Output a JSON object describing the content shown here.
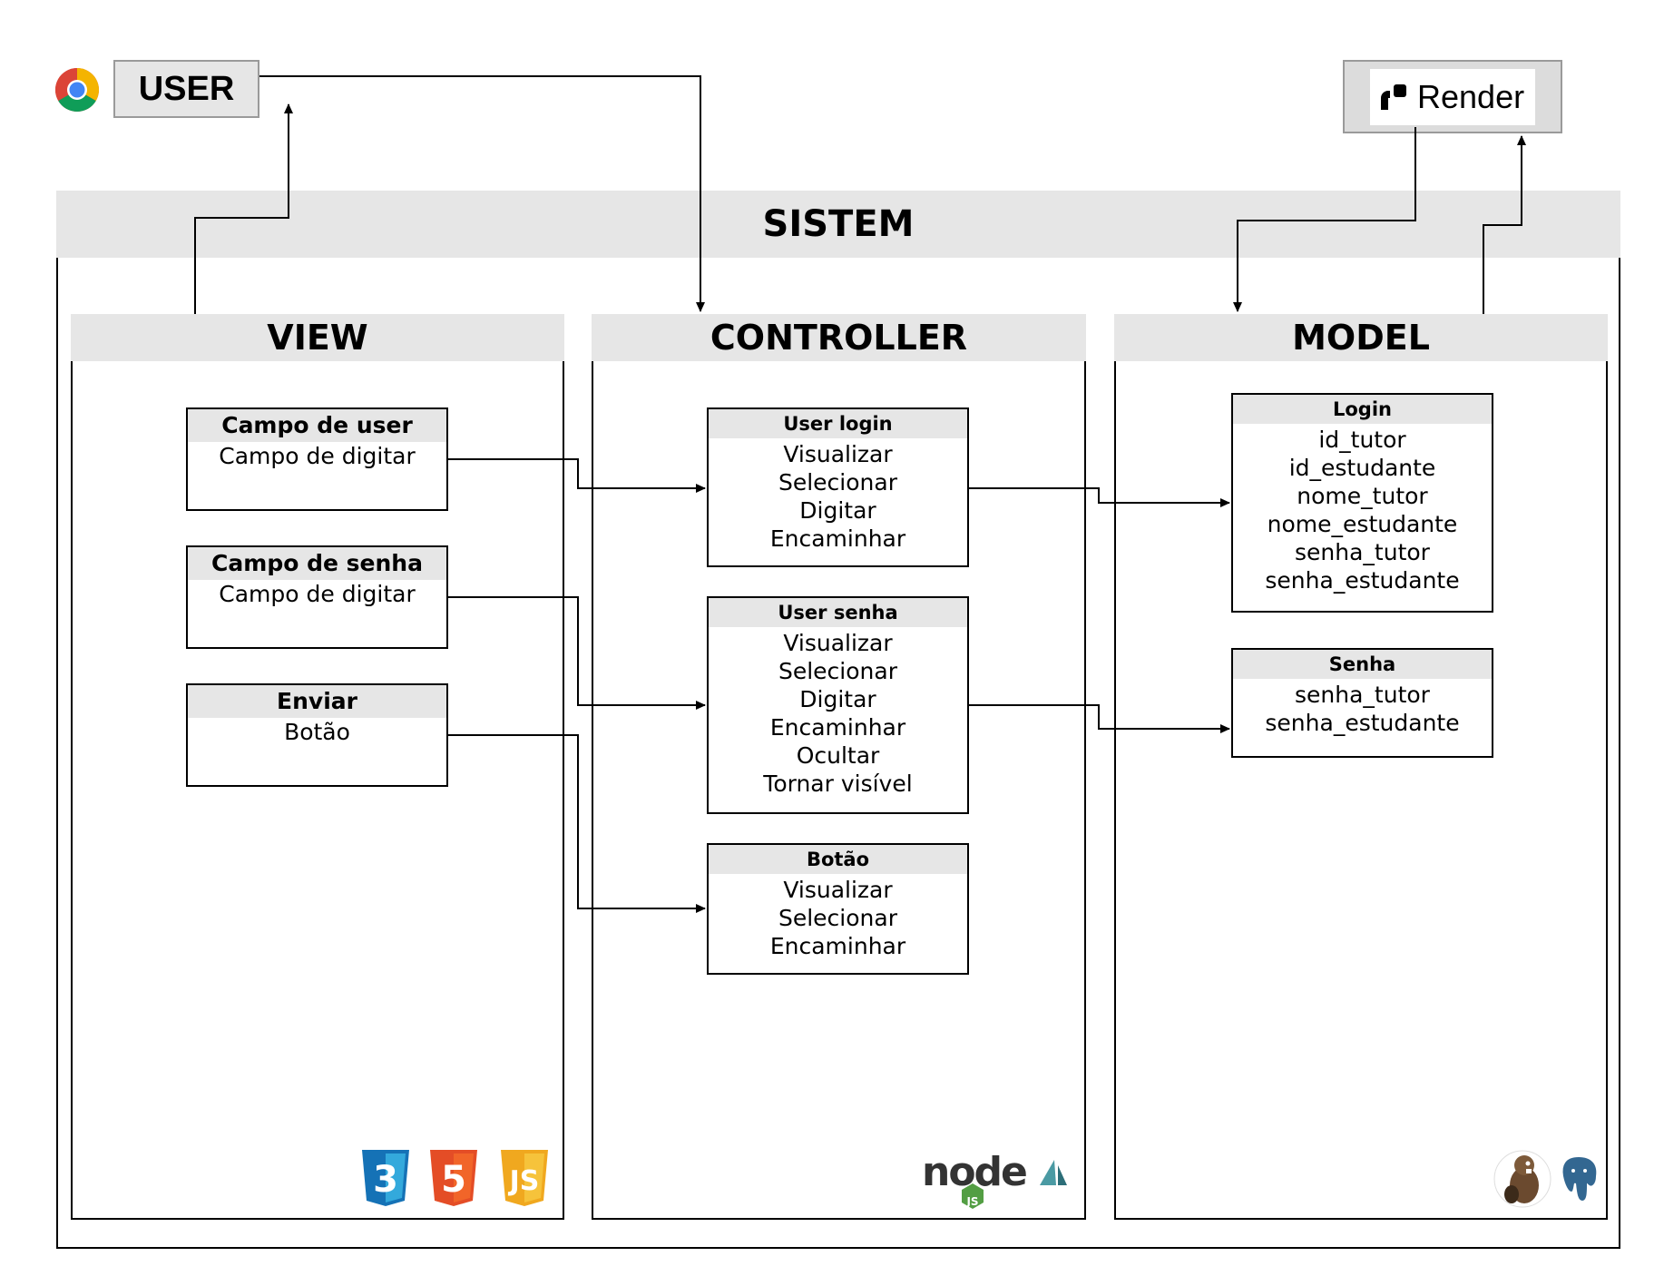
{
  "user": {
    "label": "USER"
  },
  "render": {
    "label": "Render"
  },
  "system": {
    "title": "SISTEM"
  },
  "view": {
    "title": "VIEW",
    "boxes": [
      {
        "title": "Campo de user",
        "lines": [
          "Campo de digitar"
        ]
      },
      {
        "title": "Campo de senha",
        "lines": [
          "Campo de digitar"
        ]
      },
      {
        "title": "Enviar",
        "lines": [
          "Botão"
        ]
      }
    ],
    "logos": [
      {
        "text": "3",
        "color": "#1572B6",
        "icon": "css3-icon"
      },
      {
        "text": "5",
        "color": "#E44D26",
        "icon": "html5-icon"
      },
      {
        "text": "JS",
        "color": "#F0A81F",
        "icon": "javascript-icon"
      }
    ]
  },
  "controller": {
    "title": "CONTROLLER",
    "boxes": [
      {
        "title": "User login",
        "lines": [
          "Visualizar",
          "Selecionar",
          "Digitar",
          "Encaminhar"
        ]
      },
      {
        "title": "User senha",
        "lines": [
          "Visualizar",
          "Selecionar",
          "Digitar",
          "Encaminhar",
          "Ocultar",
          "Tornar visível"
        ]
      },
      {
        "title": "Botão",
        "lines": [
          "Visualizar",
          "Selecionar",
          "Encaminhar"
        ]
      }
    ],
    "logos": [
      {
        "text": "node",
        "color": "#333333",
        "icon": "nodejs-icon"
      },
      {
        "text": "JS",
        "color": "#539E43",
        "icon": "nodejs-badge-icon"
      }
    ]
  },
  "model": {
    "title": "MODEL",
    "boxes": [
      {
        "title": "Login",
        "lines": [
          "id_tutor",
          "id_estudante",
          "nome_tutor",
          "nome_estudante",
          "senha_tutor",
          "senha_estudante"
        ]
      },
      {
        "title": "Senha",
        "lines": [
          "senha_tutor",
          "senha_estudante"
        ]
      }
    ],
    "logos": [
      {
        "icon": "dbeaver-icon",
        "color": "#6b4a2f"
      },
      {
        "icon": "postgresql-icon",
        "color": "#336791"
      }
    ]
  },
  "colors": {
    "header_gray": "#e6e6e6",
    "chrome_red": "#DB4437",
    "chrome_green": "#0F9D58",
    "chrome_yellow": "#F4B400",
    "chrome_blue": "#4285F4"
  }
}
